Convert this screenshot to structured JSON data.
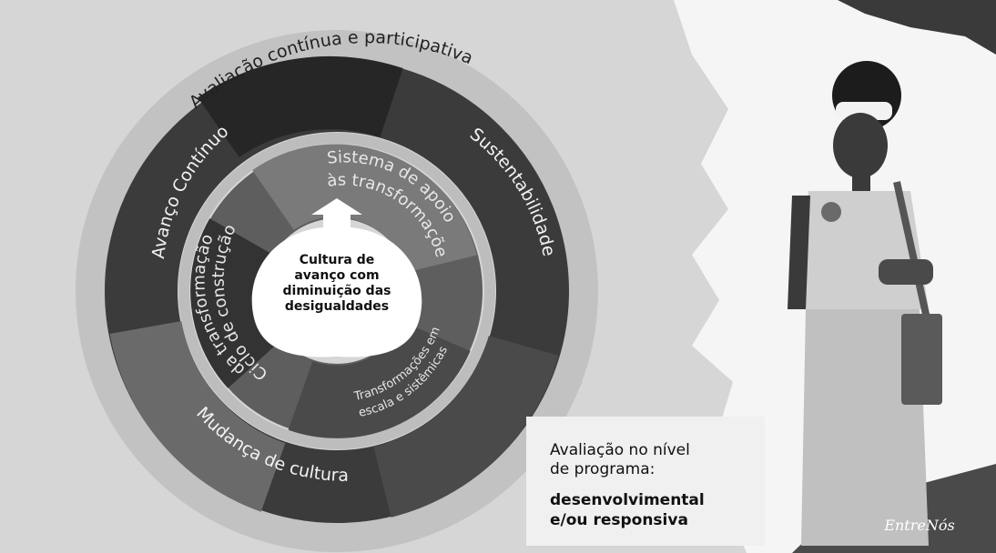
{
  "diagram": {
    "outer_arc_label": "Avaliação contínua e participativa",
    "ring2": {
      "left_label": "Avanço Contínuo",
      "right_label": "Sustentabilidade",
      "bottom_label": "Mudança de cultura"
    },
    "ring1": {
      "top_label_line1": "Sistema de apoio",
      "top_label_line2": "às transformações",
      "left_label_line1": "Ciclo de construção",
      "left_label_line2": "da transformação",
      "right_label_line1": "Transformações em",
      "right_label_line2": "escala e sistêmicas"
    },
    "center": {
      "line1": "Cultura de",
      "line2": "avanço com",
      "line3": "diminuição das",
      "line4": "desigualdades"
    },
    "callout": {
      "line1": "Avaliação no nível",
      "line2": "de programa:",
      "line3": "desenvolvimental",
      "line4": "e/ou responsiva"
    },
    "logo": "EntreNós"
  },
  "colors": {
    "background": "#d9d9d9",
    "outer_ring": "#c4c4c4",
    "ring2": "#3a3a3a",
    "ring1": "#5a5a5a",
    "center": "#ffffff"
  }
}
